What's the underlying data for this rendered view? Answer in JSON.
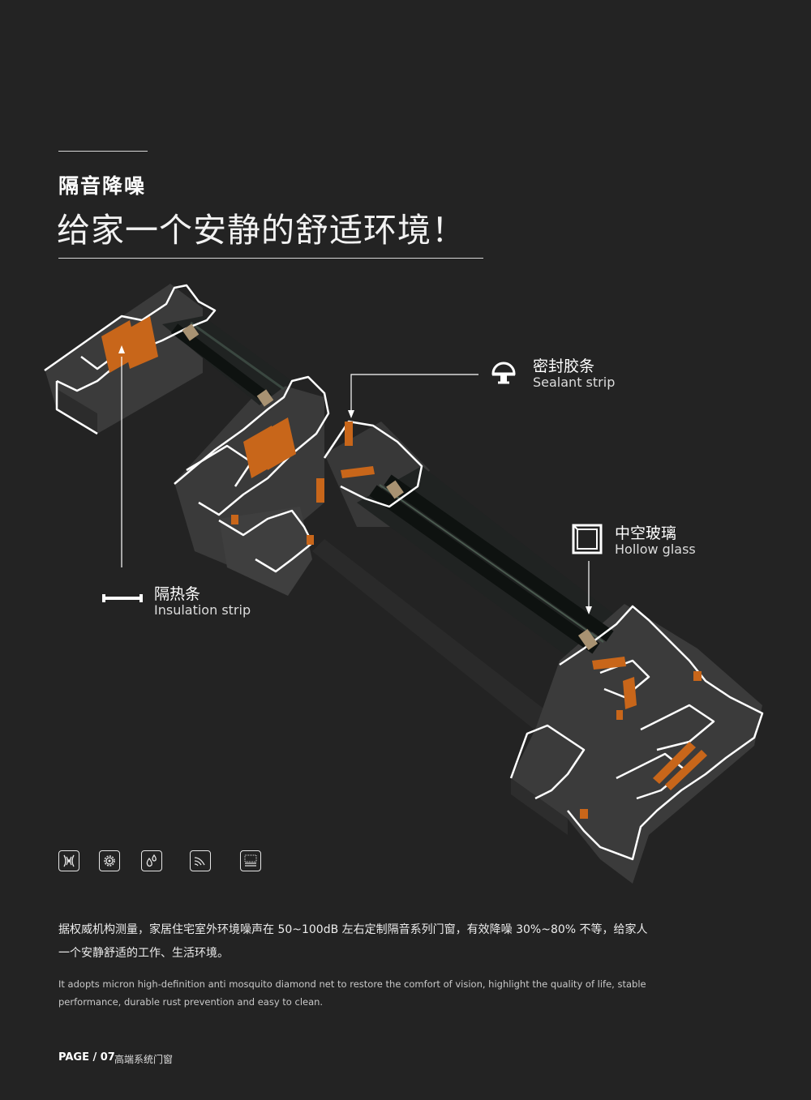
{
  "header": {
    "title_small": "隔音降噪",
    "title_large": "给家一个安静的舒适环境！"
  },
  "callouts": {
    "sealant": {
      "cn": "密封胶条",
      "en": "Sealant strip",
      "icon": "sealant-strip-icon"
    },
    "hollow_glass": {
      "cn": "中空玻璃",
      "en": "Hollow glass",
      "icon": "hollow-glass-icon"
    },
    "insulation": {
      "cn": "隔热条",
      "en": "Insulation strip",
      "icon": "insulation-strip-icon"
    }
  },
  "feature_icons": [
    "sound-wave-icon",
    "gear-icon",
    "water-drop-icon",
    "wind-icon",
    "screen-mesh-icon"
  ],
  "body": {
    "cn": "据权威机构测量，家居住宅室外环境噪声在 50~100dB 左右定制隔音系列门窗，有效降噪 30%~80% 不等，给家人一个安静舒适的工作、生活环境。",
    "en": "It adopts micron high-definition anti mosquito diamond net to restore the comfort of vision, highlight the quality of life, stable performance, durable rust prevention and easy to clean."
  },
  "footer": {
    "page_label": "PAGE / 07",
    "page_subtitle": "高端系统门窗"
  },
  "colors": {
    "background": "#232323",
    "profile_face": "#3a3a3a",
    "profile_outline": "#ffffff",
    "insulation_orange": "#c8661a",
    "glass_dark": "#151a18"
  }
}
